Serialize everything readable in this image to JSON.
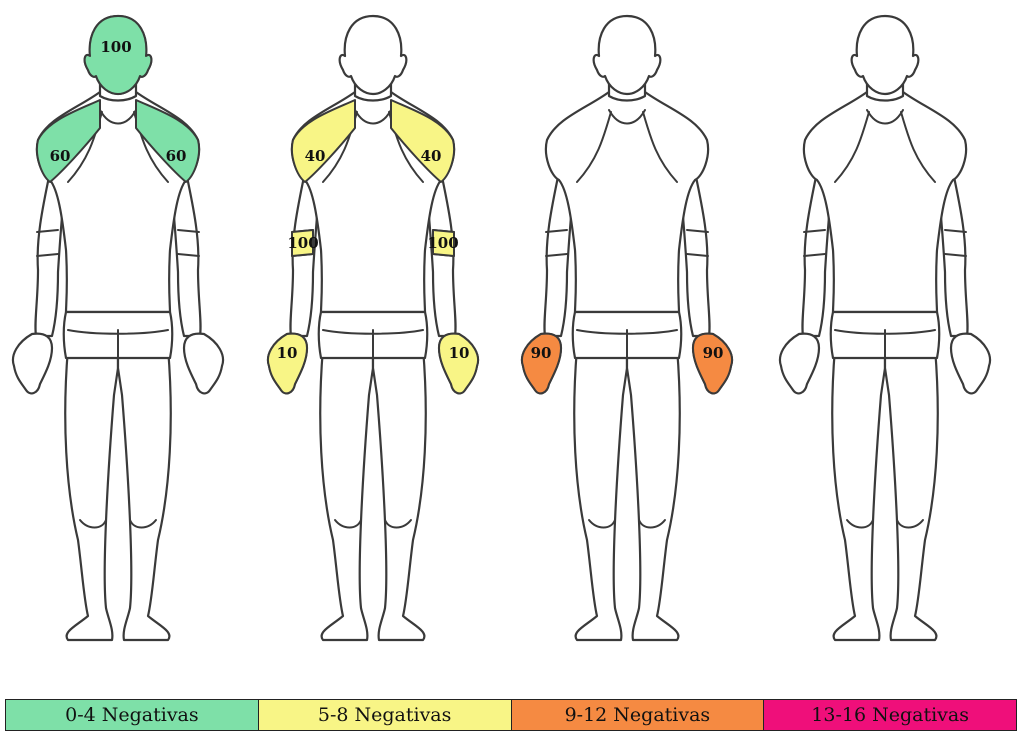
{
  "legend": [
    {
      "label": "0-4 Negativas",
      "color": "#7ee0a8"
    },
    {
      "label": "5-8 Negativas",
      "color": "#f8f586"
    },
    {
      "label": "9-12 Negativas",
      "color": "#f58a42"
    },
    {
      "label": "13-16 Negativas",
      "color": "#ef0f7a"
    }
  ],
  "figures": [
    {
      "category": "0-4 Negativas",
      "zones": [
        {
          "region": "head",
          "value": "100"
        },
        {
          "region": "left-shoulder",
          "value": "60"
        },
        {
          "region": "right-shoulder",
          "value": "60"
        }
      ]
    },
    {
      "category": "5-8 Negativas",
      "zones": [
        {
          "region": "left-shoulder",
          "value": "40"
        },
        {
          "region": "right-shoulder",
          "value": "40"
        },
        {
          "region": "left-forearm",
          "value": "100"
        },
        {
          "region": "right-forearm",
          "value": "100"
        },
        {
          "region": "left-hand",
          "value": "10"
        },
        {
          "region": "right-hand",
          "value": "10"
        }
      ]
    },
    {
      "category": "9-12 Negativas",
      "zones": [
        {
          "region": "left-hand",
          "value": "90"
        },
        {
          "region": "right-hand",
          "value": "90"
        }
      ]
    },
    {
      "category": "13-16 Negativas",
      "zones": []
    }
  ]
}
